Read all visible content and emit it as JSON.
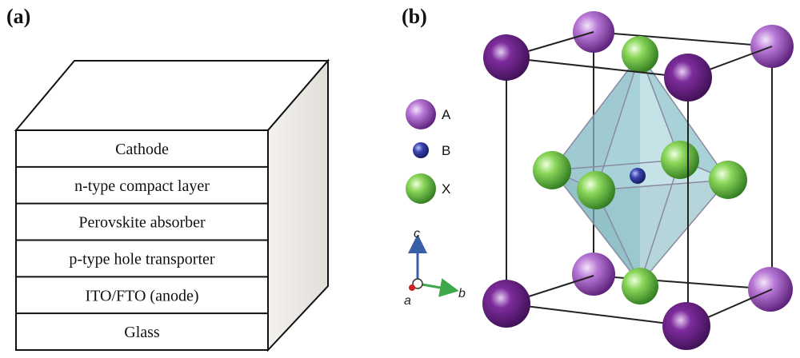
{
  "panels": {
    "a": {
      "label": "(a)"
    },
    "b": {
      "label": "(b)"
    }
  },
  "layers": [
    "Cathode",
    "n-type compact layer",
    "Perovskite absorber",
    "p-type hole transporter",
    "ITO/FTO (anode)",
    "Glass"
  ],
  "legend": {
    "A": {
      "label": "A",
      "color": "#b46fd0"
    },
    "B": {
      "label": "B",
      "color": "#3b3f9e"
    },
    "X": {
      "label": "X",
      "color": "#6fc24a"
    }
  },
  "axes": {
    "a": "a",
    "b": "b",
    "c": "c"
  },
  "colors": {
    "octahedron_fill": "#7fb8c2",
    "cube_edge": "#222222",
    "axis_c": "#3a5fa8",
    "axis_b": "#3fa84a",
    "axis_a": "#cc2222"
  }
}
